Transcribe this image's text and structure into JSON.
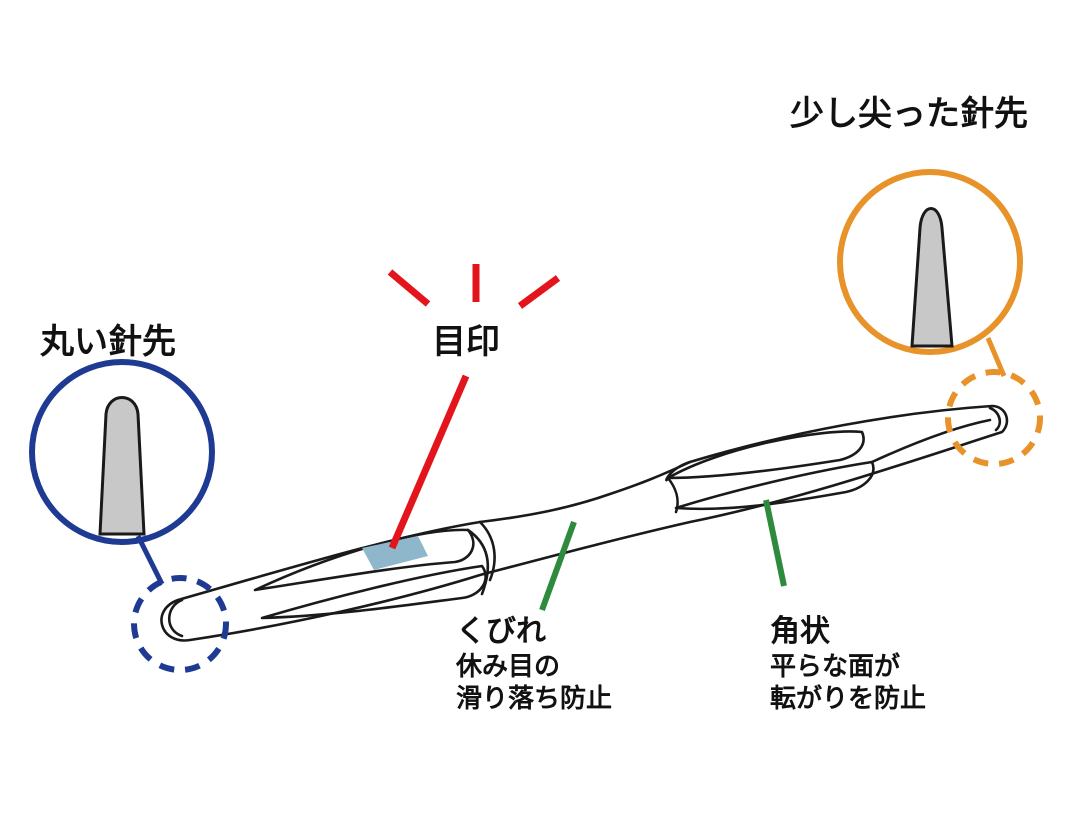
{
  "labels": {
    "round_tip": "丸い針先",
    "sharp_tip": "少し尖った針先",
    "marker": "目印",
    "waist": {
      "title": "くびれ",
      "desc": [
        "休み目の",
        "滑り落ち防止"
      ]
    },
    "angular": {
      "title": "角状",
      "desc": [
        "平らな面が",
        "転がりを防止"
      ]
    }
  },
  "colors": {
    "round_tip": "#1f3a93",
    "sharp_tip": "#e8922a",
    "marker": "#e3141b",
    "marker_patch": "#8fb7cc",
    "callout_green": "#2e8b3e",
    "needle_outline": "#1a1a1a",
    "tip_fill": "#c8c8c8"
  }
}
